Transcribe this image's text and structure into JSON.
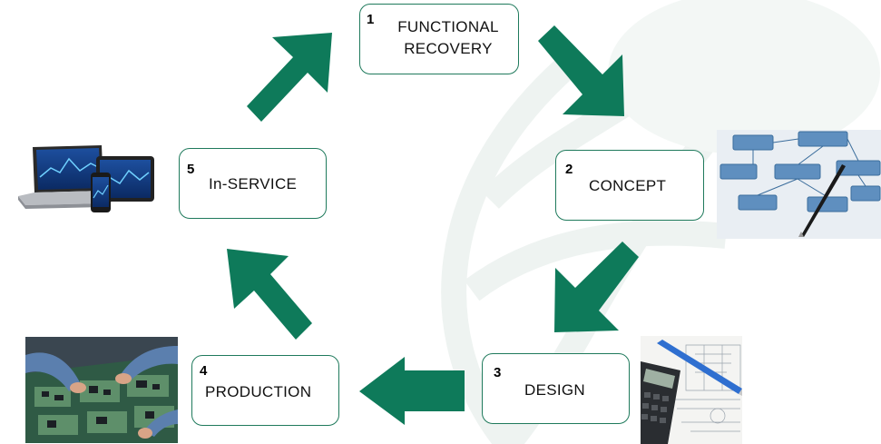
{
  "steps": [
    {
      "number": "1",
      "label_line1": "FUNCTIONAL",
      "label_line2": "RECOVERY"
    },
    {
      "number": "2",
      "label": "CONCEPT"
    },
    {
      "number": "3",
      "label": "DESIGN"
    },
    {
      "number": "4",
      "label": "PRODUCTION"
    },
    {
      "number": "5",
      "label": "In-SERVICE"
    }
  ],
  "colors": {
    "arrow": "#0e7a5a",
    "box_border": "#1f7a5c",
    "watermark": "#eef3f1"
  },
  "images": [
    {
      "name": "devices-photo",
      "description_icon": "laptop-tablet-phone-icon"
    },
    {
      "name": "flowchart-photo",
      "description_icon": "flowchart-icon"
    },
    {
      "name": "drafting-photo",
      "description_icon": "calculator-blueprint-icon"
    },
    {
      "name": "assembly-photo",
      "description_icon": "circuit-board-assembly-icon"
    }
  ]
}
